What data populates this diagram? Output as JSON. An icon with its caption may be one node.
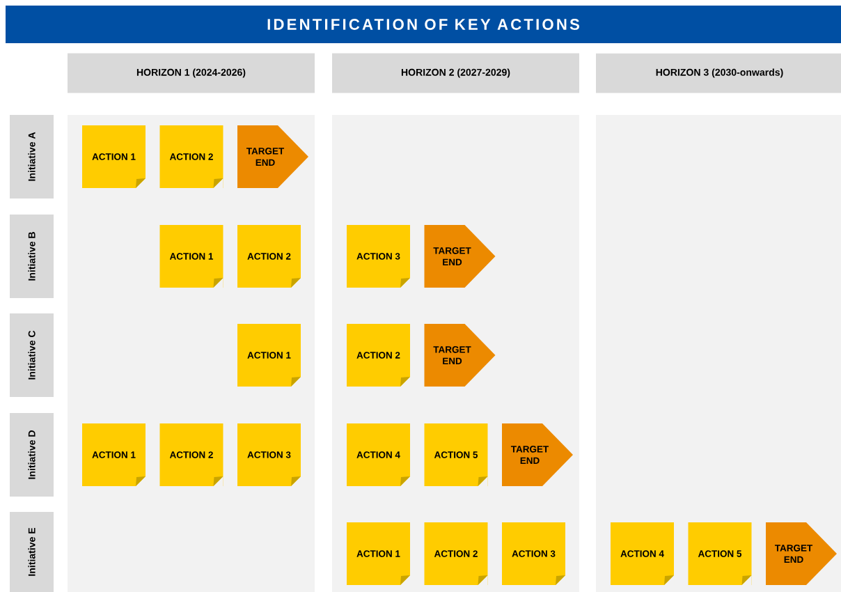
{
  "diagram": {
    "title": "IDENTIFICATION OF KEY ACTIONS",
    "nodes": [
      {
        "text": [
          "HORIZON 1 (2024-2026)"
        ]
      },
      {
        "text": [
          "HORIZON 2 (2027-2029)"
        ]
      },
      {
        "text": [
          "HORIZON 3 (2030-onwards)"
        ]
      },
      {
        "text": [
          "Initiative A"
        ]
      },
      {
        "text": [
          "Initiative B"
        ]
      },
      {
        "text": [
          "Initiative C"
        ]
      },
      {
        "text": [
          "Initiative D"
        ]
      },
      {
        "text": [
          "Initiative E"
        ]
      },
      {
        "text": [],
        "shape": "box"
      },
      {
        "text": [],
        "shape": "box"
      },
      {
        "text": [],
        "shape": "box"
      },
      {
        "text": [
          "ACTION 1"
        ],
        "in": 8
      },
      {
        "text": [
          "ACTION 2"
        ],
        "in": 8
      },
      {
        "text": [
          "TARGET END"
        ],
        "in": 8
      },
      {
        "text": [
          "ACTION 1"
        ],
        "in": 8
      },
      {
        "text": [
          "ACTION 2"
        ],
        "in": 8
      },
      {
        "text": [
          "ACTION 3"
        ],
        "in": 9
      },
      {
        "text": [
          "TARGET END"
        ],
        "in": 9
      },
      {
        "text": [
          "ACTION 1"
        ],
        "in": 8
      },
      {
        "text": [
          "ACTION 2"
        ],
        "in": 9
      },
      {
        "text": [
          "TARGET END"
        ],
        "in": 9
      },
      {
        "text": [
          "ACTION 1"
        ],
        "in": 8
      },
      {
        "text": [
          "ACTION 2"
        ],
        "in": 8
      },
      {
        "text": [
          "ACTION 3"
        ],
        "in": 8
      },
      {
        "text": [
          "ACTION 4"
        ],
        "in": 9
      },
      {
        "text": [
          "ACTION 5"
        ],
        "in": 9
      },
      {
        "text": [
          "TARGET END"
        ],
        "in": 9
      },
      {
        "text": [
          "ACTION 1"
        ],
        "in": 9
      },
      {
        "text": [
          "ACTION 2"
        ],
        "in": 9
      },
      {
        "text": [
          "ACTION 3"
        ],
        "in": 9
      },
      {
        "text": [
          "ACTION 4"
        ],
        "in": 10
      },
      {
        "text": [
          "ACTION 5"
        ],
        "in": 10
      },
      {
        "text": [
          "TARGET END"
        ],
        "in": 10
      }
    ],
    "edges": []
  }
}
